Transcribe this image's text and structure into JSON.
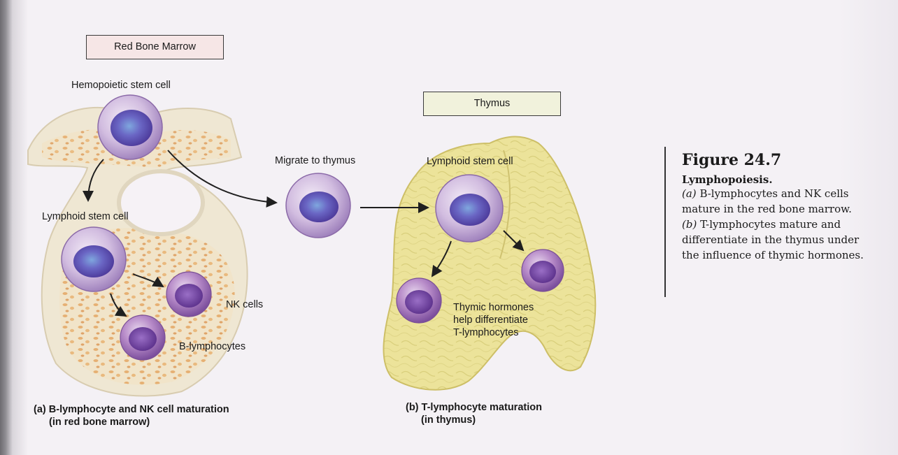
{
  "labels": {
    "red_bone_marrow_box": "Red Bone Marrow",
    "thymus_box": "Thymus",
    "hemopoietic_stem_cell": "Hemopoietic stem cell",
    "lymphoid_stem_cell_left": "Lymphoid stem cell",
    "nk_cells": "NK cells",
    "b_lymphocytes": "B-lymphocytes",
    "migrate_to_thymus": "Migrate to thymus",
    "lymphoid_stem_cell_right": "Lymphoid stem cell",
    "thymic_hormones_1": "Thymic hormones",
    "thymic_hormones_2": "help differentiate",
    "thymic_hormones_3": "T-lymphocytes"
  },
  "captions": {
    "a_letter": "(a)",
    "a_line1": "B-lymphocyte and NK cell maturation",
    "a_line2": "(in red bone marrow)",
    "b_letter": "(b)",
    "b_line1": "T-lymphocyte maturation",
    "b_line2": "(in thymus)"
  },
  "figure": {
    "number": "Figure 24.7",
    "title": "Lymphopoiesis.",
    "a_label": "(a)",
    "a_text_1": "B-lymphocytes and NK cells",
    "a_text_2": "mature in the red bone marrow.",
    "b_label": "(b)",
    "b_text_1": "T-lymphocytes mature and",
    "b_text_2": "differentiate in the thymus under",
    "b_text_3": "the influence of thymic hormones."
  },
  "colors": {
    "cell_membrane": "#c7a7d8",
    "cell_nucleus": "#5b4fb4",
    "bone": "#ede3cc",
    "marrow_spots": "#e8b478",
    "thymus": "#ebe39c",
    "box_red_bg": "#f6e6e6",
    "box_thymus_bg": "#f1f2dc"
  }
}
